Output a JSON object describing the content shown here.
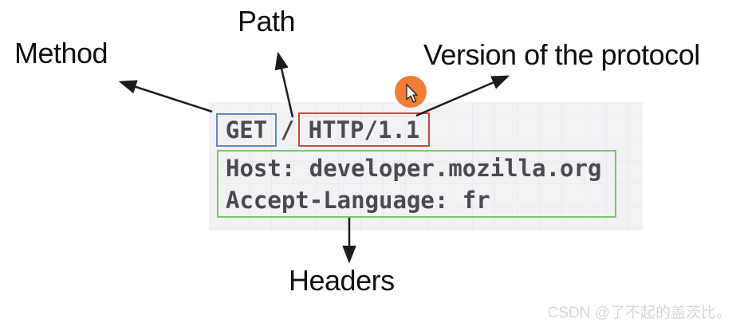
{
  "annotations": {
    "method": "Method",
    "path": "Path",
    "version": "Version of the protocol",
    "headers": "Headers"
  },
  "request": {
    "method": "GET",
    "separator": "/",
    "version": "HTTP/1.1",
    "headers": [
      "Host: developer.mozilla.org",
      "Accept-Language: fr"
    ]
  },
  "watermark": {
    "text": "CSDN @了不起的盖茨比。"
  },
  "icons": {
    "cursor": "mouse-pointer-icon"
  },
  "colors": {
    "method_box_border": "#6188b7",
    "version_box_border": "#c64a3f",
    "headers_box_border": "#74c96c",
    "panel_background": "#f2f2f4",
    "arrow": "#1c1c1c",
    "code_text": "#4a4b51",
    "cursor_highlight": "#f07d33"
  }
}
